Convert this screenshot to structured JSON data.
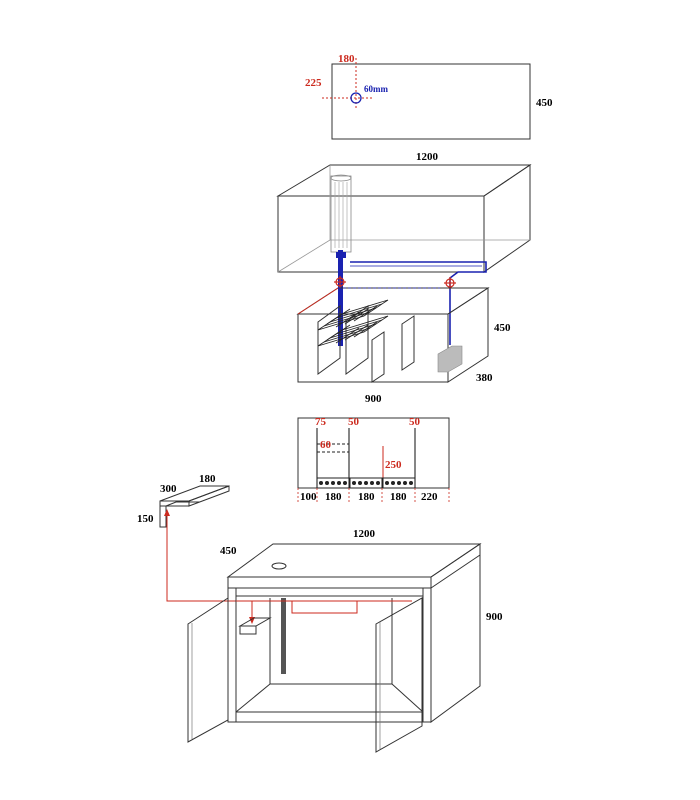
{
  "colors": {
    "line": "#333333",
    "dimension_red": "#cc2a1e",
    "plumbing_blue": "#1a22b0",
    "shade_grey": "#bbbbbb"
  },
  "top_plate": {
    "hole_x": "180",
    "hole_y": "225",
    "hole_diameter": "60mm",
    "depth": "450"
  },
  "display_tank": {
    "length": "1200"
  },
  "sump": {
    "depth": "450",
    "height": "380",
    "length": "900"
  },
  "baffle_layout": {
    "heights": [
      "75",
      "50",
      "60",
      "50",
      "250"
    ],
    "segments": [
      "100",
      "180",
      "180",
      "180",
      "220"
    ]
  },
  "shelf_bracket": {
    "length": "300",
    "depth": "180",
    "height": "150"
  },
  "cabinet": {
    "depth": "450",
    "width": "1200",
    "height": "900"
  }
}
